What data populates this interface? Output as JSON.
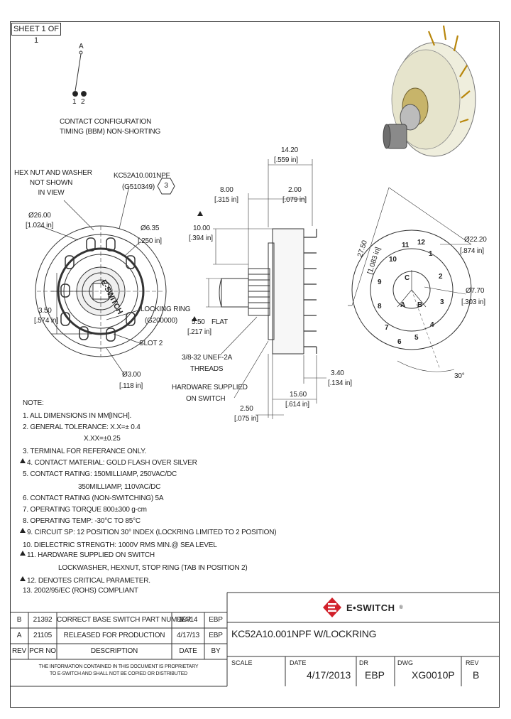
{
  "sheet": "SHEET 1 OF 1",
  "contact": {
    "label_a": "A",
    "label_1": "1",
    "label_2": "2",
    "config": "CONTACT CONFIGURATION",
    "timing": "TIMING (BBM) NON-SHORTING"
  },
  "front_view": {
    "hex_note": [
      "HEX NUT AND WASHER",
      "NOT SHOWN",
      "IN VIEW"
    ],
    "part_ref": "KC52A10.001NPF",
    "part_code": "(G510349)",
    "note_num": "3",
    "dia_26": "Ø26.00",
    "dia_26_in": "[1.024 in]",
    "dia_635": "Ø6.35",
    "dia_635_in": "[.250 in]",
    "dim_350": "3.50",
    "dim_350_in": "[.574 in]",
    "lockring": "LOCKING RING",
    "lockring_code": "(G200000)",
    "slot": "SLOT 2",
    "dia_300": "Ø3.00",
    "dia_300_in": "[.118 in]",
    "brand_ring": "E-SWITCH"
  },
  "side_view": {
    "dim_1420": "14.20",
    "dim_1420_in": "[.559 in]",
    "dim_800": "8.00",
    "dim_800_in": "[.315 in]",
    "dim_200": "2.00",
    "dim_200_in": "[.079 in]",
    "dim_1000": "10.00",
    "dim_1000_in": "[.394 in]",
    "dim_550": "5.50",
    "dim_550_flat": "FLAT",
    "dim_550_in": "[.217 in]",
    "thread": "3/8-32 UNEF-2A",
    "threads": "THREADS",
    "hw_supplied": "HARDWARE SUPPLIED",
    "on_switch": "ON SWITCH",
    "dim_1560": "15.60",
    "dim_1560_in": "[.614 in]",
    "dim_340": "3.40",
    "dim_340_in": "[.134 in]",
    "dim_250": "2.50",
    "dim_250_in": "[.075 in]"
  },
  "rear_view": {
    "dia_2220": "Ø22.20",
    "dia_2220_in": "[.874 in]",
    "dia_770": "Ø7.70",
    "dia_770_in": "[.303 in]",
    "dim_2750": "27.50",
    "dim_2750_in": "[1.083 in]",
    "angle": "30°",
    "terminals": [
      "1",
      "2",
      "3",
      "4",
      "5",
      "6",
      "7",
      "8",
      "9",
      "10",
      "11",
      "12"
    ],
    "center_labels": [
      "C",
      "A",
      "B"
    ]
  },
  "notes": {
    "title": "NOTE:",
    "lines": [
      "1. ALL DIMENSIONS IN MM[INCH].",
      "2. GENERAL TOLERANCE: X.X=± 0.4",
      "X.XX=±0.25",
      "3. TERMINAL FOR REFERANCE ONLY.",
      "4. CONTACT MATERIAL: GOLD FLASH OVER SILVER",
      "5. CONTACT RATING: 150MILLIAMP, 250VAC/DC",
      "350MILLIAMP, 110VAC/DC",
      "6. CONTACT RATING (NON-SWITCHING) 5A",
      "7. OPERATING TORQUE 800±300 g-cm",
      "8. OPERATING TEMP: -30°C TO 85°C",
      "9. CIRCUIT SP: 12 POSITION 30° INDEX (LOCKRING LIMITED TO 2 POSITION)",
      "10. DIELECTRIC STRENGTH: 1000V RMS MIN.@ SEA LEVEL",
      "11. HARDWARE SUPPLIED ON SWITCH",
      "LOCKWASHER, HEXNUT, STOP RING (TAB IN POSITION 2)",
      "12. DENOTES CRITICAL PARAMETER.",
      "13. 2002/95/EC (ROHS) COMPLIANT"
    ]
  },
  "revisions": {
    "rows": [
      {
        "rev": "B",
        "pcr": "21392",
        "desc": "CORRECT BASE SWITCH PART NUMBER",
        "date": "3/4/14",
        "by": "EBP"
      },
      {
        "rev": "A",
        "pcr": "21105",
        "desc": "RELEASED FOR PRODUCTION",
        "date": "4/17/13",
        "by": "EBP"
      }
    ],
    "header": {
      "rev": "REV",
      "pcr": "PCR NO",
      "desc": "DESCRIPTION",
      "date": "DATE",
      "by": "BY"
    },
    "disclaimer": [
      "THE INFORMATION CONTAINED IN THIS DOCUMENT IS PROPRIETARY",
      "TO E-SWITCH AND SHALL NOT BE COPIED OR DISTRIBUTED"
    ]
  },
  "titleblock": {
    "brand": "E•SWITCH",
    "reg": "®",
    "title": "KC52A10.001NPF W/LOCKRING",
    "scale_lbl": "SCALE",
    "date_lbl": "DATE",
    "date_val": "4/17/2013",
    "dr_lbl": "DR",
    "dr_val": "EBP",
    "dwg_lbl": "DWG",
    "dwg_val": "XG0010P",
    "rev_lbl": "REV",
    "rev_val": "B"
  }
}
